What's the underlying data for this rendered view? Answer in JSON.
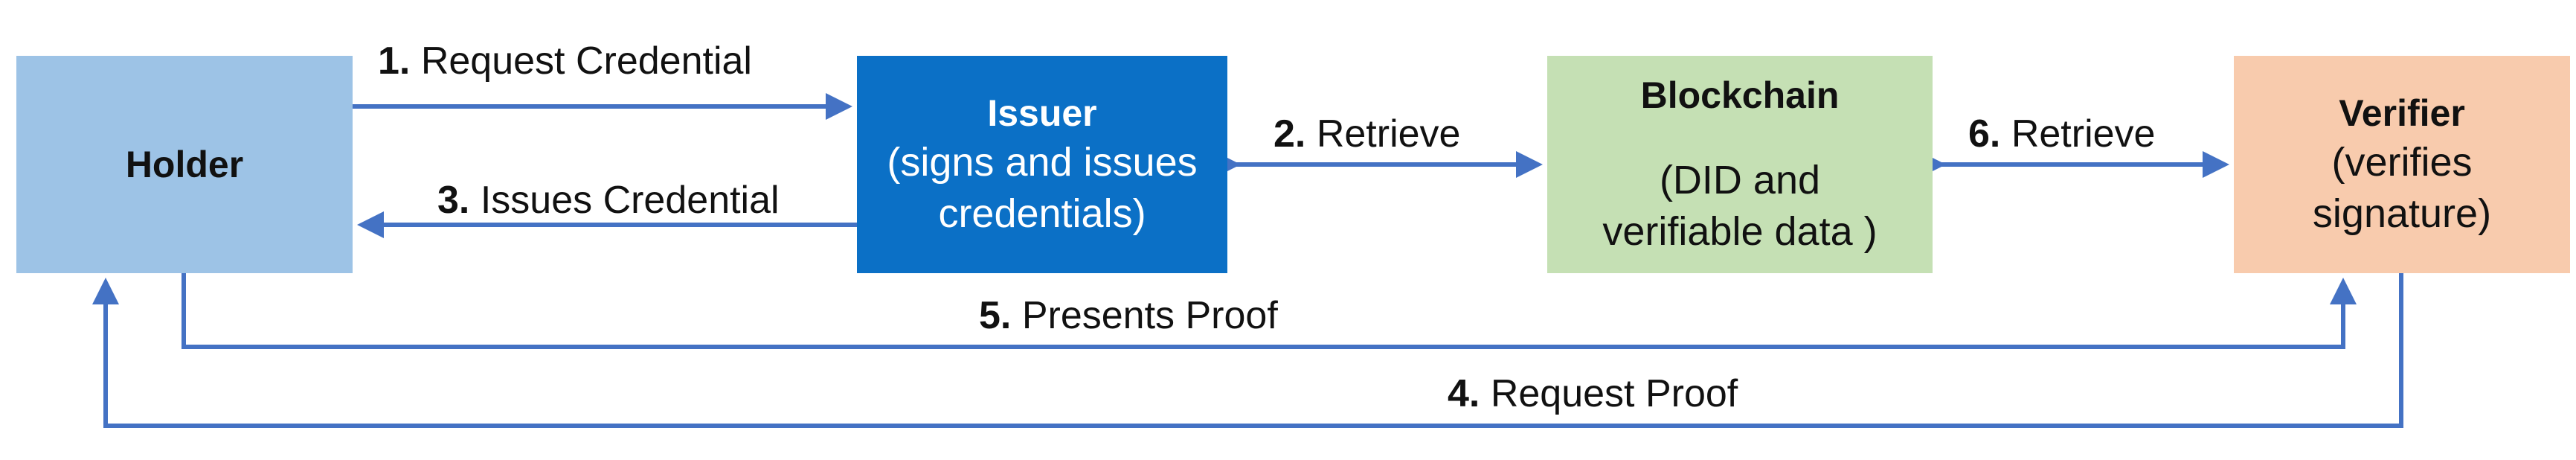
{
  "nodes": {
    "holder": {
      "title": "Holder"
    },
    "issuer": {
      "title": "Issuer",
      "line1": "(signs and issues",
      "line2": "credentials)"
    },
    "blockchain": {
      "title": "Blockchain",
      "line1": "(DID and",
      "line2": "verifiable data )"
    },
    "verifier": {
      "title": "Verifier",
      "line1": "(verifies",
      "line2": "signature)"
    }
  },
  "edges": [
    {
      "step": "1.",
      "label": "Request Credential"
    },
    {
      "step": "2.",
      "label": "Retrieve"
    },
    {
      "step": "3.",
      "label": "Issues Credential"
    },
    {
      "step": "4.",
      "label": "Request Proof"
    },
    {
      "step": "5.",
      "label": "Presents Proof"
    },
    {
      "step": "6.",
      "label": "Retrieve"
    }
  ],
  "colors": {
    "arrow": "#4472c4",
    "holder": "#9dc3e6",
    "issuer": "#0b70c6",
    "blockchain": "#c5e0b4",
    "verifier": "#f8cbad"
  }
}
